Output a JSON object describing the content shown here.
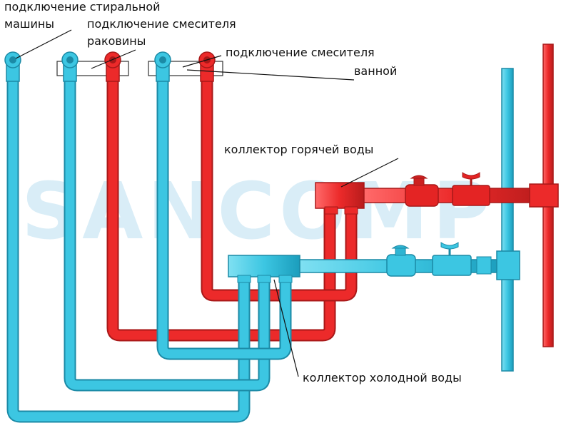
{
  "labels": {
    "washing_machine_line1": "подключение стиральной",
    "washing_machine_line2": "машины",
    "sink_line1": "подключение смесителя",
    "sink_line2": "раковины",
    "bath_line1": "подключение смесителя",
    "bath_line2": "ванной",
    "hot_collector": "коллектор горячей воды",
    "cold_collector": "коллектор холодной воды"
  },
  "watermark": "SANCOMP",
  "colors": {
    "cold": "#3cc6e2",
    "cold_dark": "#1b8aa6",
    "hot": "#ec2a2a",
    "hot_dark": "#a81818",
    "text": "#111111"
  }
}
